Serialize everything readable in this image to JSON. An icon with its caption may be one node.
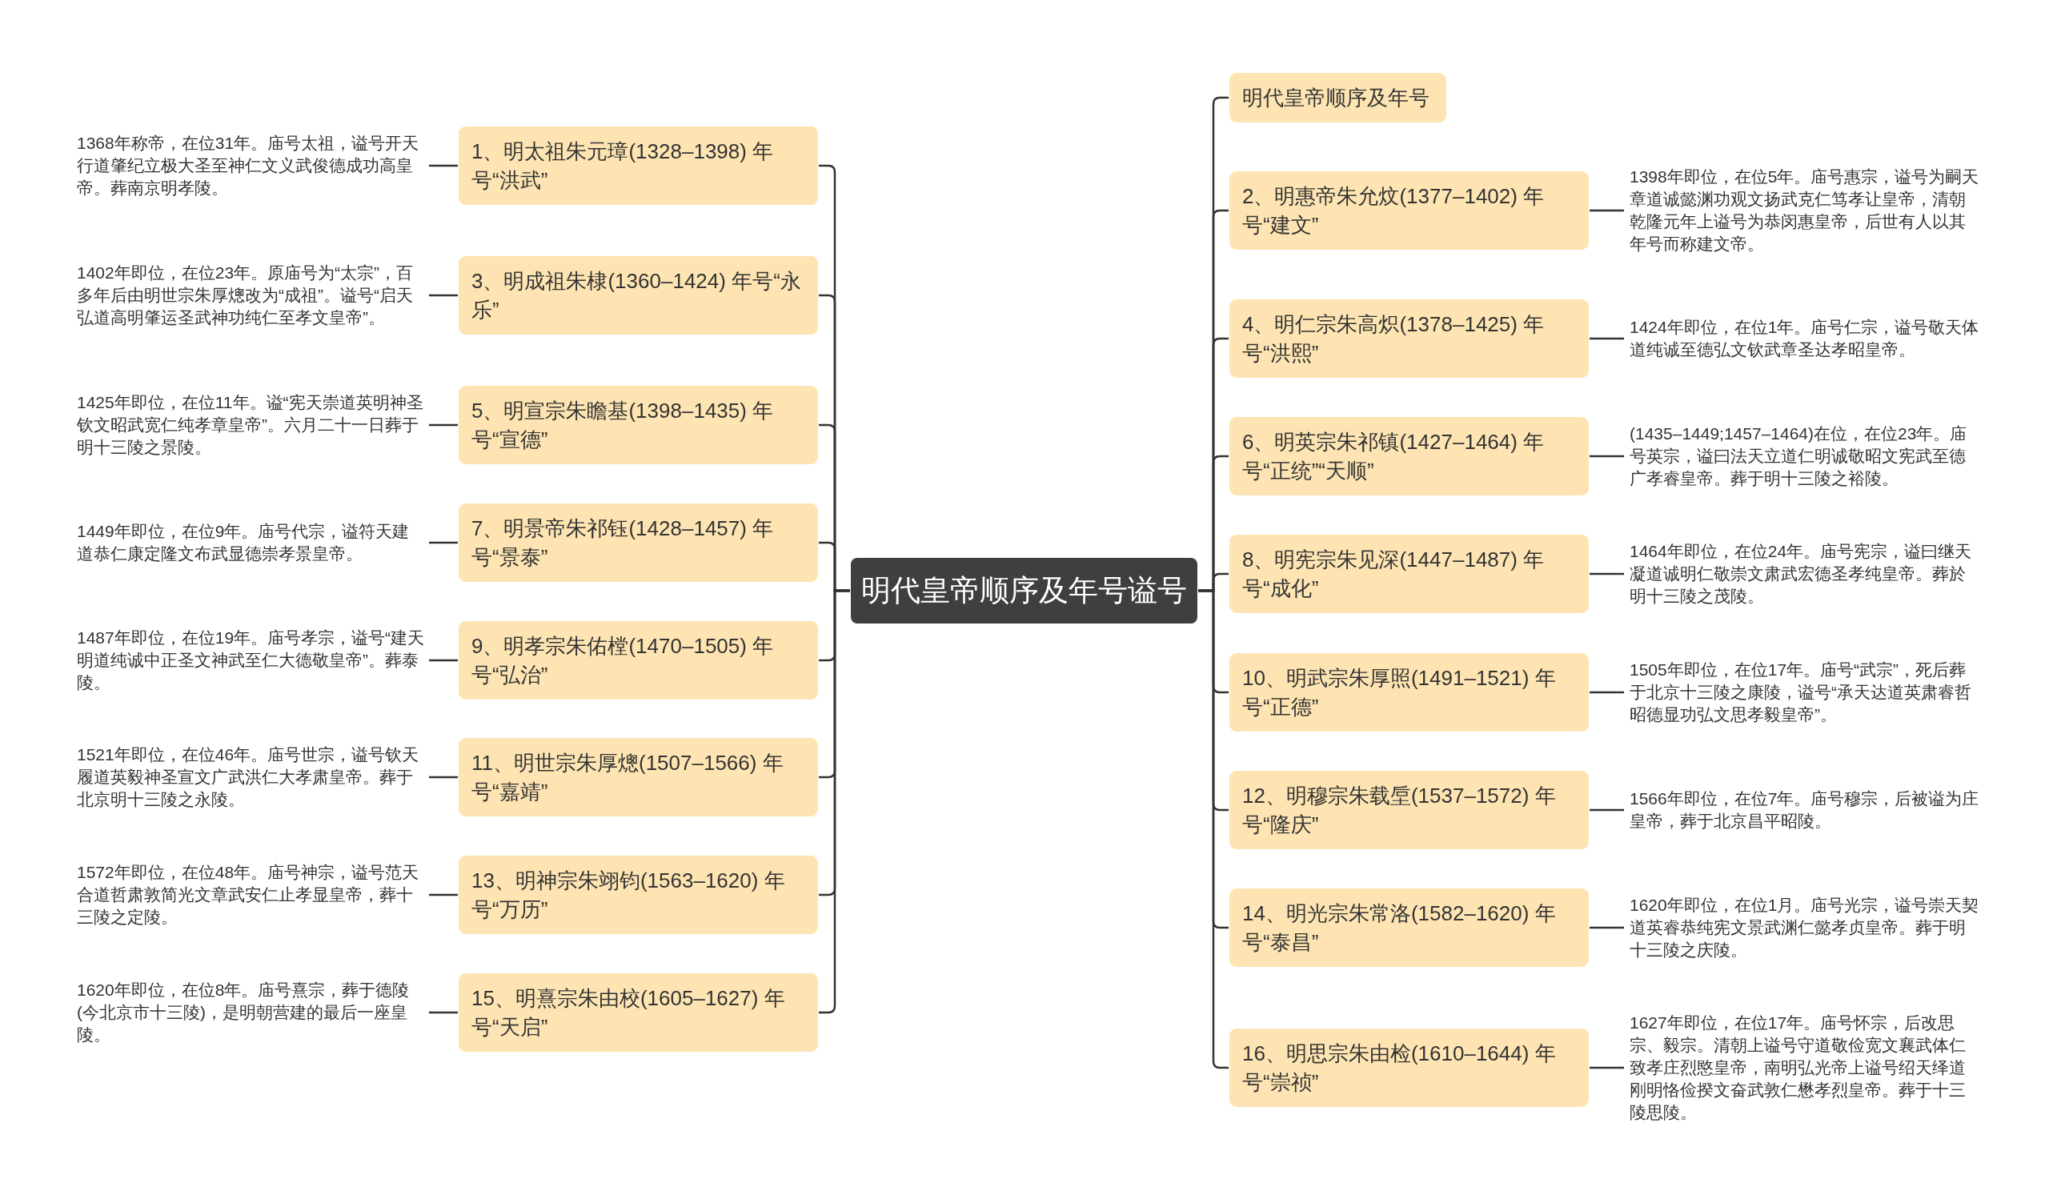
{
  "diagram": {
    "nodes": [
      {
        "text": [
          "明代皇帝顺序及年号谥号"
        ]
      },
      {
        "text": [
          "明代皇帝顺序及年号"
        ]
      },
      {
        "text": [
          "1、明太祖朱元璋(1328–1398) 年号“洪武”"
        ]
      },
      {
        "text": [
          "1368年称帝，在位31年。庙号太祖，谥号开天行道肇纪立极大圣至神仁文义武俊德成功高皇帝。葬南京明孝陵。"
        ]
      },
      {
        "text": [
          "2、明惠帝朱允炆(1377–1402) 年号“建文”"
        ]
      },
      {
        "text": [
          "1398年即位，在位5年。庙号惠宗，谥号为嗣天章道诚懿渊功观文扬武克仁笃孝让皇帝，清朝乾隆元年上谥号为恭闵惠皇帝，后世有人以其年号而称建文帝。"
        ]
      },
      {
        "text": [
          "3、明成祖朱棣(1360–1424) 年号“永乐”"
        ]
      },
      {
        "text": [
          "1402年即位，在位23年。原庙号为“太宗”，百多年后由明世宗朱厚熜改为“成祖”。谥号“启天弘道高明肇运圣武神功纯仁至孝文皇帝”。"
        ]
      },
      {
        "text": [
          "4、明仁宗朱高炽(1378–1425) 年号“洪熙”"
        ]
      },
      {
        "text": [
          "1424年即位，在位1年。庙号仁宗，谥号敬天体道纯诚至德弘文钦武章圣达孝昭皇帝。"
        ]
      },
      {
        "text": [
          "5、明宣宗朱瞻基(1398–1435) 年号“宣德”"
        ]
      },
      {
        "text": [
          "1425年即位，在位11年。谥“宪天崇道英明神圣钦文昭武宽仁纯孝章皇帝”。六月二十一日葬于明十三陵之景陵。"
        ]
      },
      {
        "text": [
          "6、明英宗朱祁镇(1427–1464) 年号“正统”“天顺”"
        ]
      },
      {
        "text": [
          "(1435–1449;1457–1464)在位，在位23年。庙号英宗，谥曰法天立道仁明诚敬昭文宪武至德广孝睿皇帝。葬于明十三陵之裕陵。"
        ]
      },
      {
        "text": [
          "7、明景帝朱祁钰(1428–1457) 年号“景泰”"
        ]
      },
      {
        "text": [
          "1449年即位，在位9年。庙号代宗，谥符天建道恭仁康定隆文布武显德崇孝景皇帝。"
        ]
      },
      {
        "text": [
          "8、明宪宗朱见深(1447–1487) 年号“成化”"
        ]
      },
      {
        "text": [
          "1464年即位，在位24年。庙号宪宗，谥曰继天凝道诚明仁敬崇文肃武宏德圣孝纯皇帝。葬於明十三陵之茂陵。"
        ]
      },
      {
        "text": [
          "9、明孝宗朱佑樘(1470–1505) 年号“弘治”"
        ]
      },
      {
        "text": [
          "1487年即位，在位19年。庙号孝宗，谥号“建天明道纯诚中正圣文神武至仁大德敬皇帝”。葬泰陵。"
        ]
      },
      {
        "text": [
          "10、明武宗朱厚照(1491–1521) 年号“正德”"
        ]
      },
      {
        "text": [
          "1505年即位，在位17年。庙号“武宗”，死后葬于北京十三陵之康陵，谥号“承天达道英肃睿哲昭德显功弘文思孝毅皇帝”。"
        ]
      },
      {
        "text": [
          "11、明世宗朱厚熜(1507–1566) 年号“嘉靖”"
        ]
      },
      {
        "text": [
          "1521年即位，在位46年。庙号世宗，谥号钦天履道英毅神圣宣文广武洪仁大孝肃皇帝。葬于北京明十三陵之永陵。"
        ]
      },
      {
        "text": [
          "12、明穆宗朱载垕(1537–1572) 年号“隆庆”"
        ]
      },
      {
        "text": [
          "1566年即位，在位7年。庙号穆宗，后被谥为庄皇帝，葬于北京昌平昭陵。"
        ]
      },
      {
        "text": [
          "13、明神宗朱翊钧(1563–1620) 年号“万历”"
        ]
      },
      {
        "text": [
          "1572年即位，在位48年。庙号神宗，谥号范天合道哲肃敦简光文章武安仁止孝显皇帝，葬十三陵之定陵。"
        ]
      },
      {
        "text": [
          "14、明光宗朱常洛(1582–1620) 年号“泰昌”"
        ]
      },
      {
        "text": [
          "1620年即位，在位1月。庙号光宗，谥号崇天契道英睿恭纯宪文景武渊仁懿孝贞皇帝。葬于明十三陵之庆陵。"
        ]
      },
      {
        "text": [
          "15、明熹宗朱由校(1605–1627) 年号“天启”"
        ]
      },
      {
        "text": [
          "1620年即位，在位8年。庙号熹宗，葬于德陵(今北京市十三陵)，是明朝营建的最后一座皇陵。"
        ]
      },
      {
        "text": [
          "16、明思宗朱由检(1610–1644) 年号“崇祯”"
        ]
      },
      {
        "text": [
          "1627年即位，在位17年。庙号怀宗，后改思宗、毅宗。清朝上谥号守道敬俭宽文襄武体仁致孝庄烈愍皇帝，南明弘光帝上谥号绍天绎道刚明恪俭揆文奋武敦仁懋孝烈皇帝。葬于十三陵思陵。"
        ]
      }
    ],
    "edges": [
      {
        "from": 0,
        "to": 1,
        "arrow": "none"
      },
      {
        "from": 0,
        "to": 2,
        "arrow": "none"
      },
      {
        "from": 0,
        "to": 4,
        "arrow": "none"
      },
      {
        "from": 0,
        "to": 6,
        "arrow": "none"
      },
      {
        "from": 0,
        "to": 8,
        "arrow": "none"
      },
      {
        "from": 0,
        "to": 10,
        "arrow": "none"
      },
      {
        "from": 0,
        "to": 12,
        "arrow": "none"
      },
      {
        "from": 0,
        "to": 14,
        "arrow": "none"
      },
      {
        "from": 0,
        "to": 16,
        "arrow": "none"
      },
      {
        "from": 0,
        "to": 18,
        "arrow": "none"
      },
      {
        "from": 0,
        "to": 20,
        "arrow": "none"
      },
      {
        "from": 0,
        "to": 22,
        "arrow": "none"
      },
      {
        "from": 0,
        "to": 24,
        "arrow": "none"
      },
      {
        "from": 0,
        "to": 26,
        "arrow": "none"
      },
      {
        "from": 0,
        "to": 28,
        "arrow": "none"
      },
      {
        "from": 0,
        "to": 30,
        "arrow": "none"
      },
      {
        "from": 0,
        "to": 32,
        "arrow": "none"
      },
      {
        "from": 2,
        "to": 3,
        "arrow": "none"
      },
      {
        "from": 4,
        "to": 5,
        "arrow": "none"
      },
      {
        "from": 6,
        "to": 7,
        "arrow": "none"
      },
      {
        "from": 8,
        "to": 9,
        "arrow": "none"
      },
      {
        "from": 10,
        "to": 11,
        "arrow": "none"
      },
      {
        "from": 12,
        "to": 13,
        "arrow": "none"
      },
      {
        "from": 14,
        "to": 15,
        "arrow": "none"
      },
      {
        "from": 16,
        "to": 17,
        "arrow": "none"
      },
      {
        "from": 18,
        "to": 19,
        "arrow": "none"
      },
      {
        "from": 20,
        "to": 21,
        "arrow": "none"
      },
      {
        "from": 22,
        "to": 23,
        "arrow": "none"
      },
      {
        "from": 24,
        "to": 25,
        "arrow": "none"
      },
      {
        "from": 26,
        "to": 27,
        "arrow": "none"
      },
      {
        "from": 28,
        "to": 29,
        "arrow": "none"
      },
      {
        "from": 30,
        "to": 31,
        "arrow": "none"
      },
      {
        "from": 32,
        "to": 33,
        "arrow": "none"
      }
    ]
  }
}
